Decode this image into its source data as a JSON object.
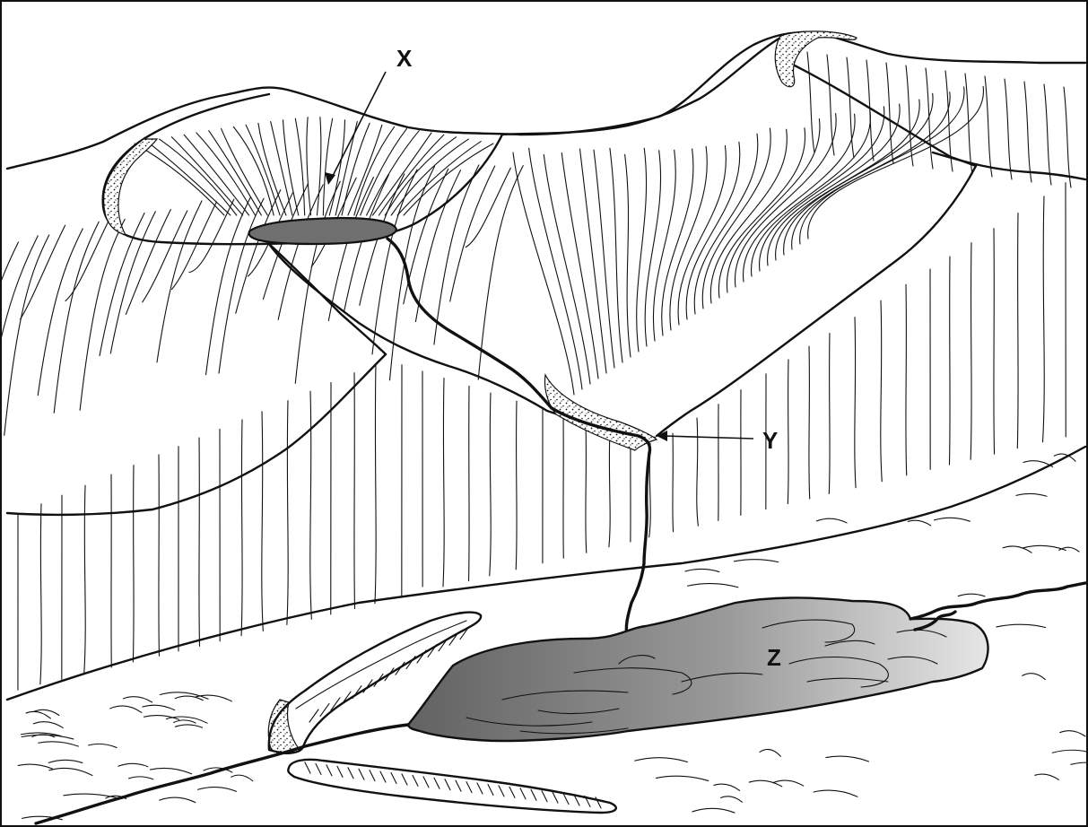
{
  "diagram": {
    "labels": {
      "x": "X",
      "y": "Y",
      "z": "Z"
    },
    "colors": {
      "line": "#111111",
      "tarn_fill": "#6f6f6f",
      "lake_dark": "#6a6a6a",
      "lake_light": "#e4e4e4",
      "background": "#ffffff"
    }
  }
}
